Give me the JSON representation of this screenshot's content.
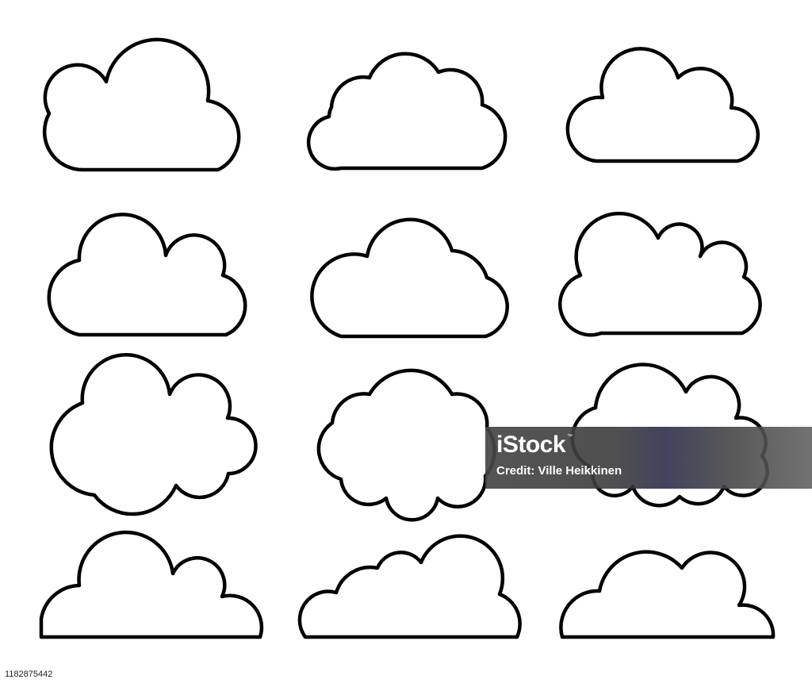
{
  "image": {
    "subject_icon": "cloud-outline-icon",
    "cloud_count": 12,
    "grid": {
      "rows": 4,
      "columns": 3
    },
    "colors": {
      "background": "#ffffff",
      "stroke": "#000000",
      "fill": "#ffffff"
    }
  },
  "watermark": {
    "logo": "iStock",
    "trademark": "™",
    "credit": "Credit: Ville Heikkinen"
  },
  "stock_id": "1182875442"
}
